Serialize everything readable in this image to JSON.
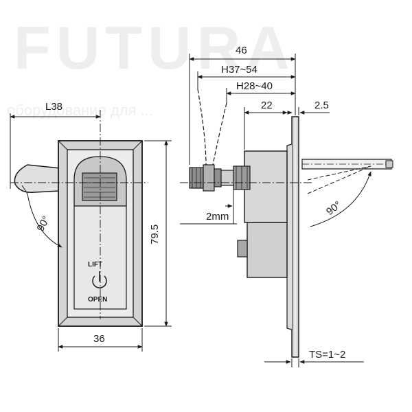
{
  "watermark": {
    "brand": "FUTURA",
    "subtitle": "оборудование для ..."
  },
  "front_view": {
    "dim_offset": "L38",
    "dim_width": "36",
    "dim_height": "79.5",
    "angle": "90°",
    "label_lift": "LIFT",
    "label_open": "OPEN"
  },
  "side_view": {
    "dim_total": "46",
    "dim_h_range_1": "H37~54",
    "dim_h_range_2": "H28~40",
    "dim_depth": "22",
    "dim_plate": "2.5",
    "dim_gap": "2mm",
    "angle": "90°",
    "dim_thickness": "TS=1~2"
  },
  "colors": {
    "line": "#1a1a1a",
    "body_fill": "#e4e4e4",
    "body_dark": "#c4c4c4",
    "watermark": "#eeeeee"
  }
}
